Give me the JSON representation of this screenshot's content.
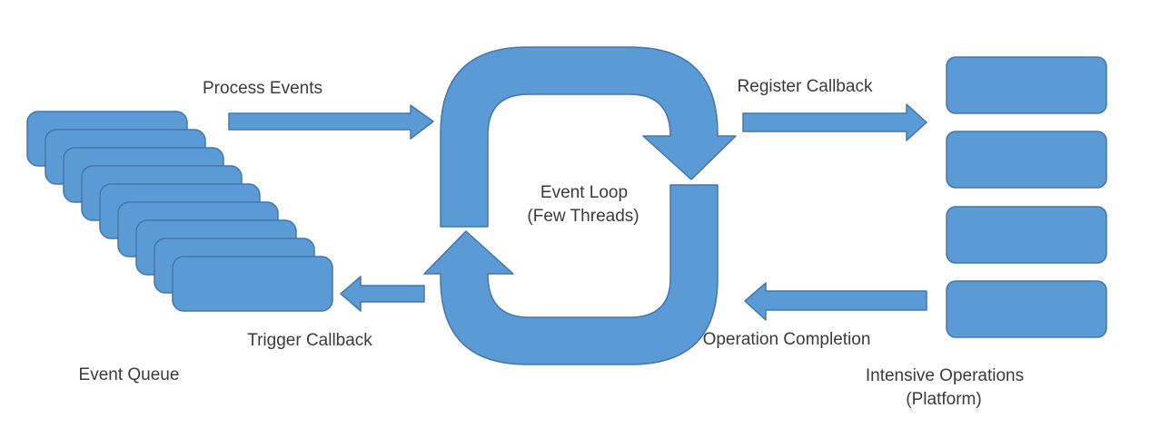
{
  "diagram": {
    "nodes": {
      "event_queue": {
        "label": "Event Queue",
        "card_count": 9
      },
      "event_loop": {
        "label_line1": "Event Loop",
        "label_line2": "(Few Threads)"
      },
      "intensive_operations": {
        "label_line1": "Intensive Operations",
        "label_line2": "(Platform)",
        "box_count": 4
      }
    },
    "arrows": {
      "process_events": {
        "label": "Process Events",
        "direction": "right"
      },
      "register_callback": {
        "label": "Register Callback",
        "direction": "right"
      },
      "trigger_callback": {
        "label": "Trigger Callback",
        "direction": "left"
      },
      "operation_completion": {
        "label": "Operation Completion",
        "direction": "left"
      }
    },
    "colors": {
      "shape_fill": "#5B9BD5",
      "shape_stroke": "#4576AD",
      "text": "#3B3B3B",
      "background": "#FFFFFF"
    }
  }
}
